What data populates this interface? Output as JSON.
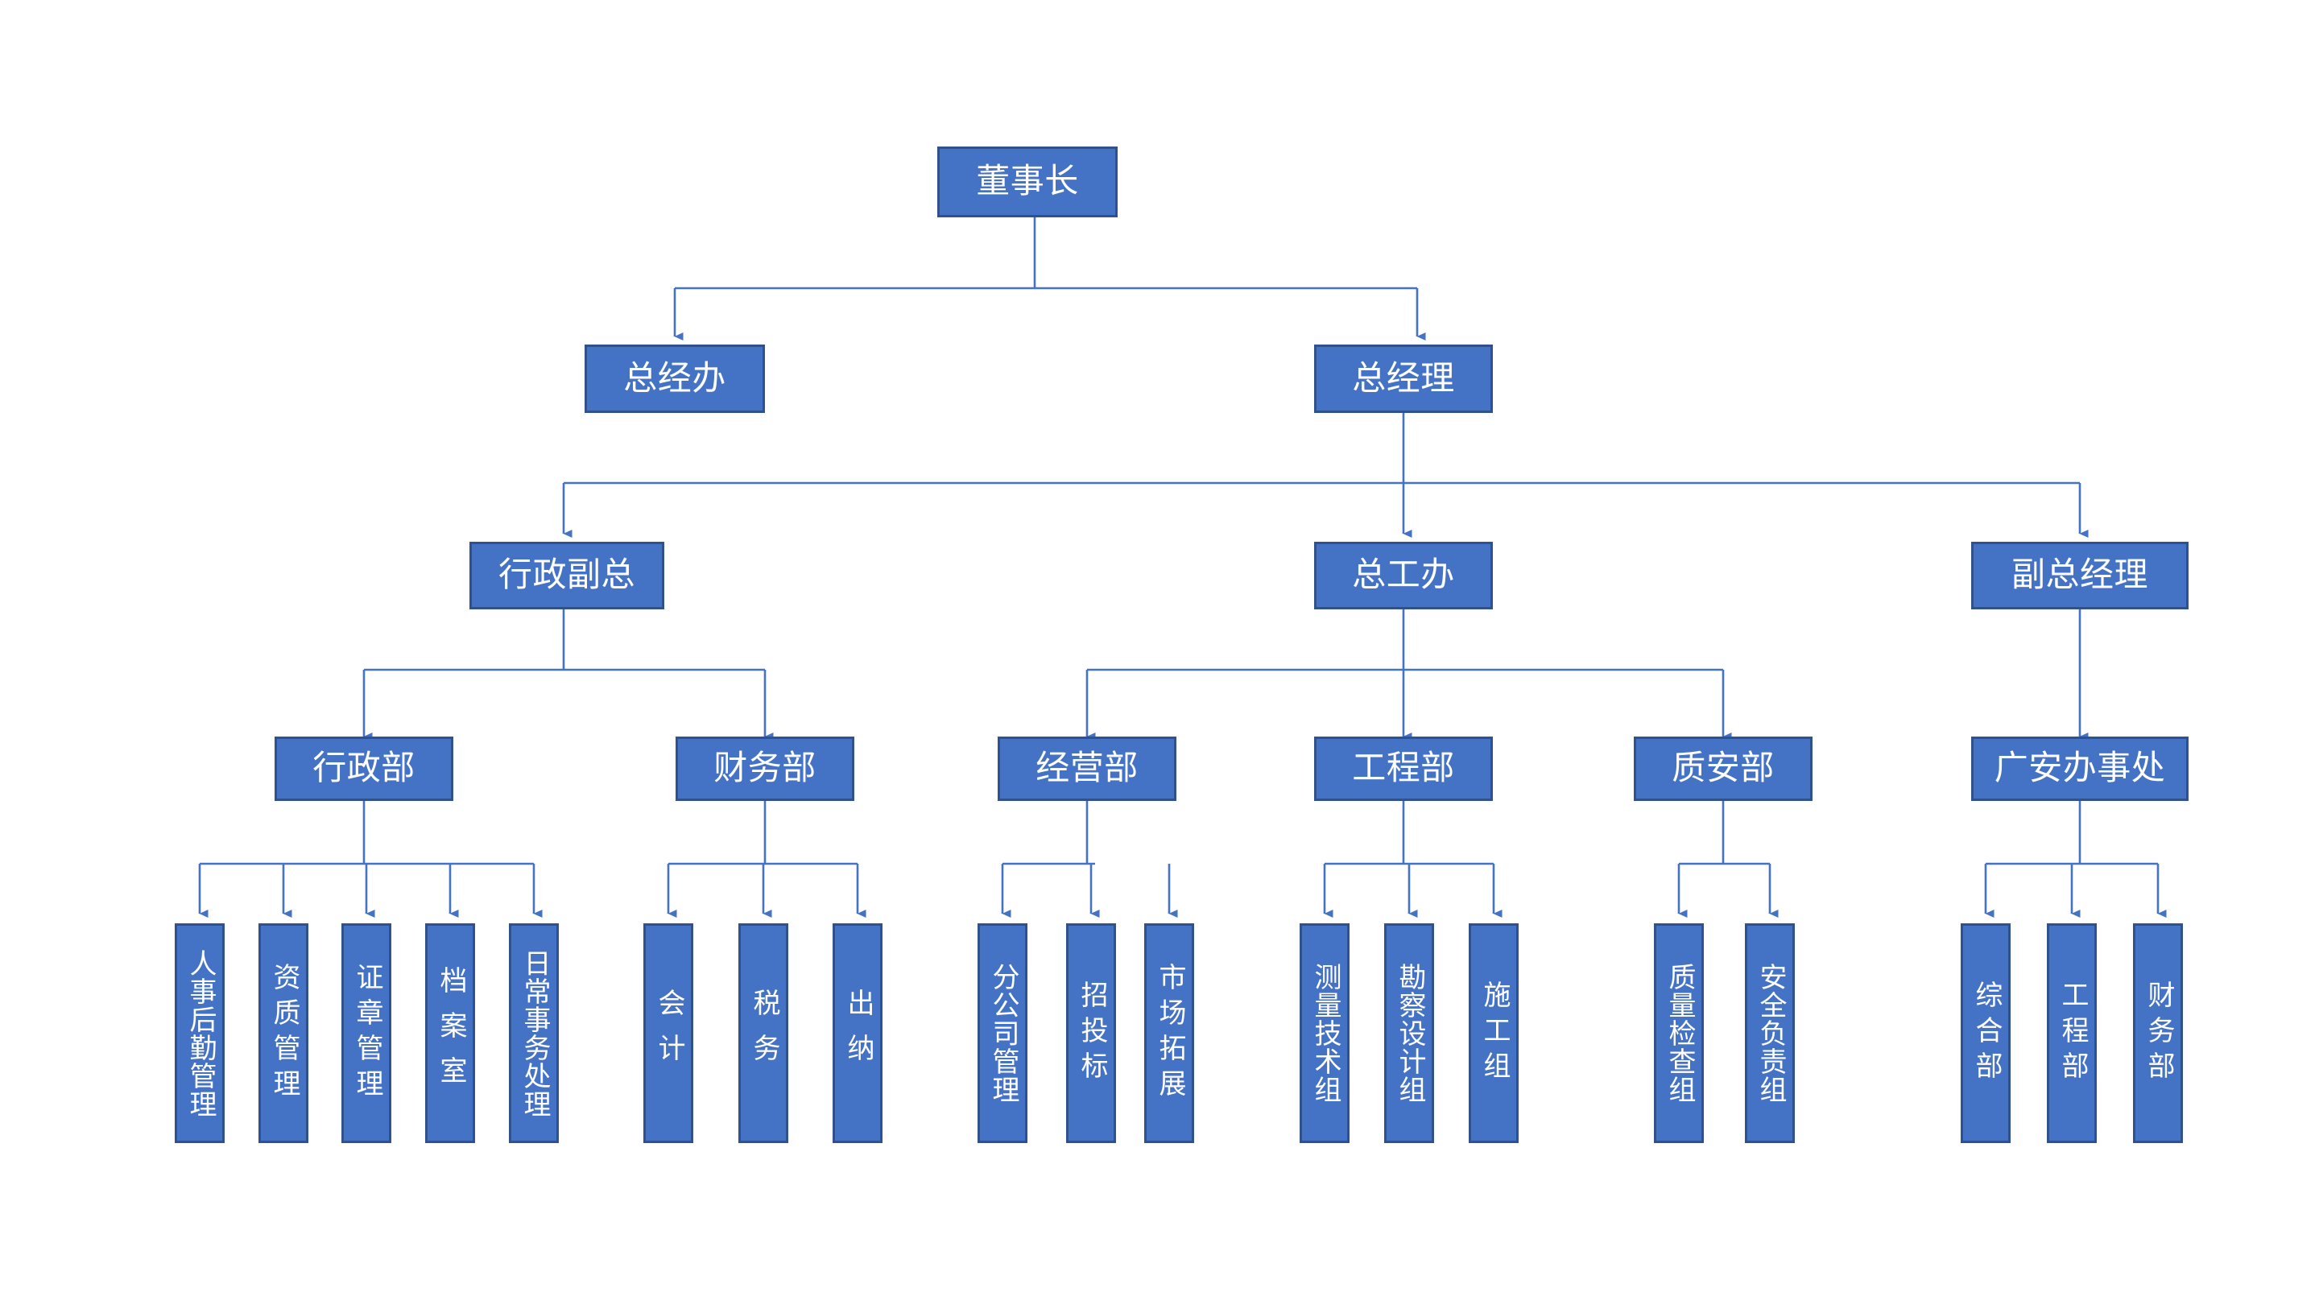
{
  "chart_data": {
    "type": "diagram",
    "diagram_kind": "organizational-chart",
    "title": "",
    "colors": {
      "node_fill": "#4472C4",
      "node_border": "#2F528F",
      "node_text": "#FFFFFF",
      "connector": "#4472C4",
      "background": "#FFFFFF"
    },
    "levels": 5
  },
  "nodes": {
    "chairman": {
      "label": "董事长"
    },
    "gm_office": {
      "label": "总经办"
    },
    "general_manager": {
      "label": "总经理"
    },
    "admin_vp": {
      "label": "行政副总"
    },
    "chief_engineer_office": {
      "label": "总工办"
    },
    "deputy_gm": {
      "label": "副总经理"
    },
    "admin_dept": {
      "label": "行政部"
    },
    "finance_dept": {
      "label": "财务部"
    },
    "operations_dept": {
      "label": "经营部"
    },
    "engineering_dept": {
      "label": "工程部"
    },
    "quality_safety_dept": {
      "label": "质安部"
    },
    "guangan_office": {
      "label": "广安办事处"
    },
    "hr_logistics": {
      "label": "人事后勤管理"
    },
    "qualification_mgmt": {
      "label": "资质管理"
    },
    "seal_mgmt": {
      "label": "证章管理"
    },
    "archives_room": {
      "label": "档案室"
    },
    "daily_affairs": {
      "label": "日常事务处理"
    },
    "accounting": {
      "label": "会计"
    },
    "taxation": {
      "label": "税务"
    },
    "cashier": {
      "label": "出纳"
    },
    "branch_mgmt": {
      "label": "分公司管理"
    },
    "bidding": {
      "label": "招投标"
    },
    "market_dev": {
      "label": "市场拓展"
    },
    "survey_tech_group": {
      "label": "测量技术组"
    },
    "design_group": {
      "label": "勘察设计组"
    },
    "construction_group": {
      "label": "施工组"
    },
    "quality_inspection_group": {
      "label": "质量检查组"
    },
    "safety_group": {
      "label": "安全负责组"
    },
    "ga_general_dept": {
      "label": "综合部"
    },
    "ga_engineering_dept": {
      "label": "工程部"
    },
    "ga_finance_dept": {
      "label": "财务部"
    }
  }
}
